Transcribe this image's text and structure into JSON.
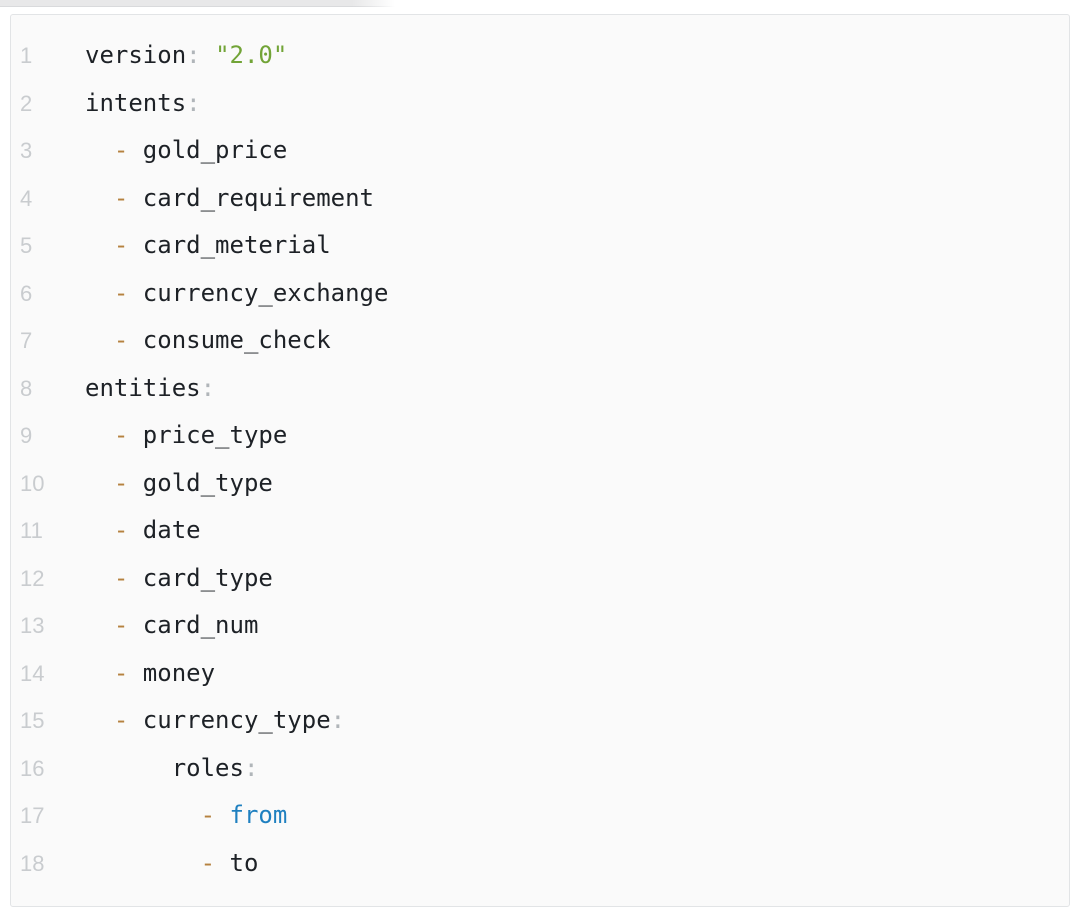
{
  "page": {
    "background": "#ffffff"
  },
  "top_strip": {
    "color": "#e8e8e9"
  },
  "code_block": {
    "background": "#fafafa",
    "border_color": "#e2e4e6",
    "colors": {
      "text": "#1d2126",
      "line_number": "#c9cccf",
      "punctuation": "#b0b5b9",
      "string": "#72a437",
      "dash": "#b5813f",
      "keyword": "#1f80c0"
    },
    "lines": [
      {
        "number": "1",
        "tokens": [
          {
            "type": "text",
            "text": "version"
          },
          {
            "type": "punct",
            "text": ":"
          },
          {
            "type": "text",
            "text": " "
          },
          {
            "type": "string",
            "text": "\"2.0\""
          }
        ]
      },
      {
        "number": "2",
        "tokens": [
          {
            "type": "text",
            "text": "intents"
          },
          {
            "type": "punct",
            "text": ":"
          }
        ]
      },
      {
        "number": "3",
        "tokens": [
          {
            "type": "text",
            "text": "  "
          },
          {
            "type": "dash",
            "text": "-"
          },
          {
            "type": "text",
            "text": " gold_price"
          }
        ]
      },
      {
        "number": "4",
        "tokens": [
          {
            "type": "text",
            "text": "  "
          },
          {
            "type": "dash",
            "text": "-"
          },
          {
            "type": "text",
            "text": " card_requirement"
          }
        ]
      },
      {
        "number": "5",
        "tokens": [
          {
            "type": "text",
            "text": "  "
          },
          {
            "type": "dash",
            "text": "-"
          },
          {
            "type": "text",
            "text": " card_meterial"
          }
        ]
      },
      {
        "number": "6",
        "tokens": [
          {
            "type": "text",
            "text": "  "
          },
          {
            "type": "dash",
            "text": "-"
          },
          {
            "type": "text",
            "text": " currency_exchange"
          }
        ]
      },
      {
        "number": "7",
        "tokens": [
          {
            "type": "text",
            "text": "  "
          },
          {
            "type": "dash",
            "text": "-"
          },
          {
            "type": "text",
            "text": " consume_check"
          }
        ]
      },
      {
        "number": "8",
        "tokens": [
          {
            "type": "text",
            "text": "entities"
          },
          {
            "type": "punct",
            "text": ":"
          }
        ]
      },
      {
        "number": "9",
        "tokens": [
          {
            "type": "text",
            "text": "  "
          },
          {
            "type": "dash",
            "text": "-"
          },
          {
            "type": "text",
            "text": " price_type"
          }
        ]
      },
      {
        "number": "10",
        "tokens": [
          {
            "type": "text",
            "text": "  "
          },
          {
            "type": "dash",
            "text": "-"
          },
          {
            "type": "text",
            "text": " gold_type"
          }
        ]
      },
      {
        "number": "11",
        "tokens": [
          {
            "type": "text",
            "text": "  "
          },
          {
            "type": "dash",
            "text": "-"
          },
          {
            "type": "text",
            "text": " date"
          }
        ]
      },
      {
        "number": "12",
        "tokens": [
          {
            "type": "text",
            "text": "  "
          },
          {
            "type": "dash",
            "text": "-"
          },
          {
            "type": "text",
            "text": " card_type"
          }
        ]
      },
      {
        "number": "13",
        "tokens": [
          {
            "type": "text",
            "text": "  "
          },
          {
            "type": "dash",
            "text": "-"
          },
          {
            "type": "text",
            "text": " card_num"
          }
        ]
      },
      {
        "number": "14",
        "tokens": [
          {
            "type": "text",
            "text": "  "
          },
          {
            "type": "dash",
            "text": "-"
          },
          {
            "type": "text",
            "text": " money"
          }
        ]
      },
      {
        "number": "15",
        "tokens": [
          {
            "type": "text",
            "text": "  "
          },
          {
            "type": "dash",
            "text": "-"
          },
          {
            "type": "text",
            "text": " currency_type"
          },
          {
            "type": "punct",
            "text": ":"
          }
        ]
      },
      {
        "number": "16",
        "tokens": [
          {
            "type": "text",
            "text": "      roles"
          },
          {
            "type": "punct",
            "text": ":"
          }
        ]
      },
      {
        "number": "17",
        "tokens": [
          {
            "type": "text",
            "text": "        "
          },
          {
            "type": "dash",
            "text": "-"
          },
          {
            "type": "text",
            "text": " "
          },
          {
            "type": "keyword",
            "text": "from"
          }
        ]
      },
      {
        "number": "18",
        "tokens": [
          {
            "type": "text",
            "text": "        "
          },
          {
            "type": "dash",
            "text": "-"
          },
          {
            "type": "text",
            "text": " to"
          }
        ]
      }
    ]
  }
}
